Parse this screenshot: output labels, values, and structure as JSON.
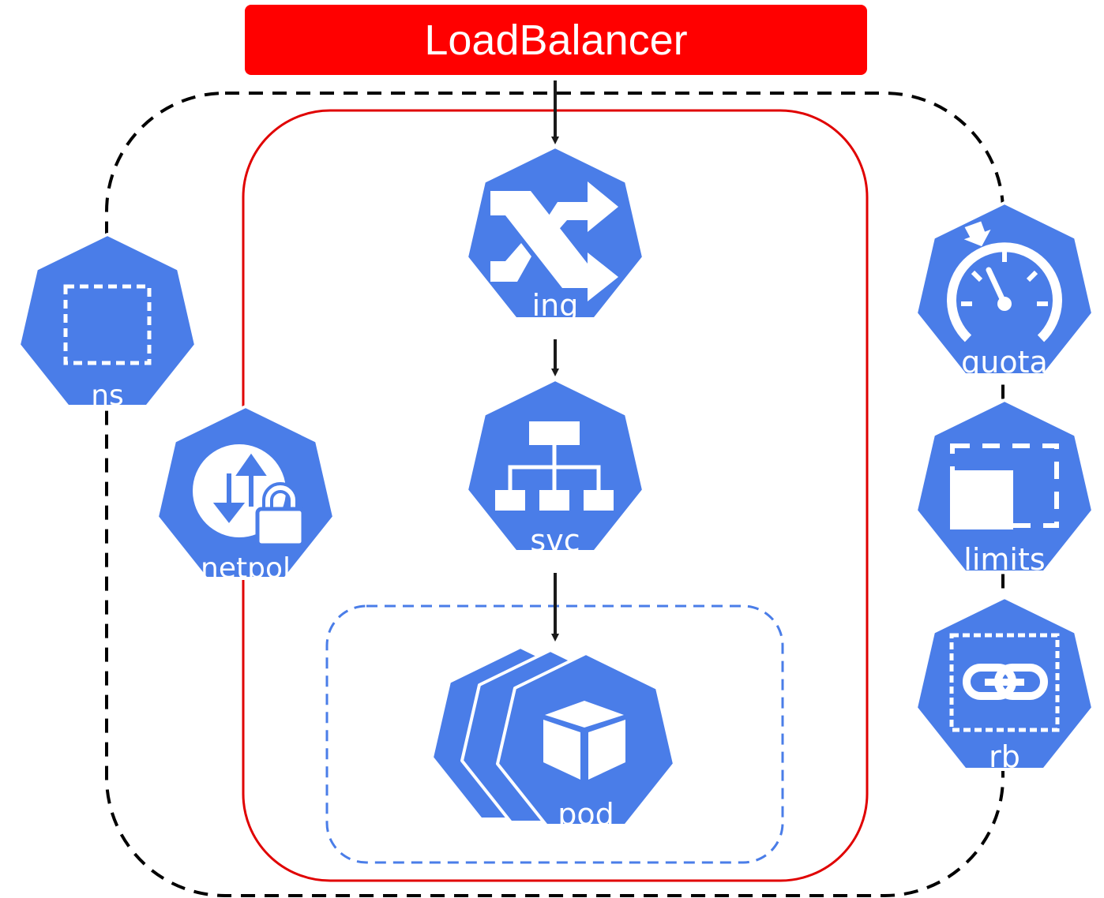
{
  "load_balancer": {
    "label": "LoadBalancer"
  },
  "nodes": {
    "ns": "ns",
    "netpol": "netpol",
    "ing": "ing",
    "svc": "svc",
    "pod": "pod",
    "quota": "quota",
    "limits": "limits",
    "rb": "rb"
  },
  "colors": {
    "k8s_blue": "#4a7de8",
    "load_balancer": "#ff0000",
    "namespace_border": "#000000",
    "app_border": "#e00000",
    "pod_group_border": "#4a7de8"
  }
}
